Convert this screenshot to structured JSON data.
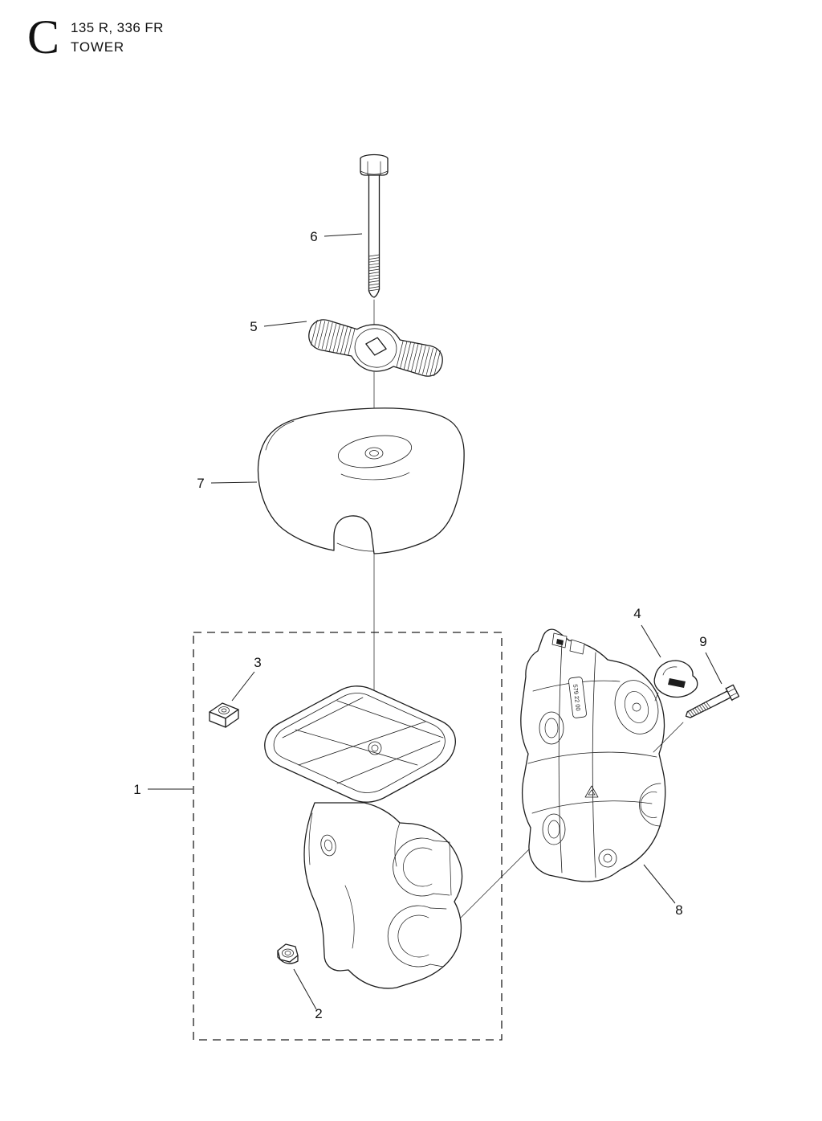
{
  "header": {
    "section_letter": "C",
    "model": "135 R, 336 FR",
    "section_title": "TOWER"
  },
  "diagram": {
    "part_marking": "579 22 00",
    "callouts": [
      {
        "label": "1"
      },
      {
        "label": "2"
      },
      {
        "label": "3"
      },
      {
        "label": "4"
      },
      {
        "label": "5"
      },
      {
        "label": "6"
      },
      {
        "label": "7"
      },
      {
        "label": "8"
      },
      {
        "label": "9"
      }
    ]
  },
  "colors": {
    "line": "#1d1d1d",
    "background": "#ffffff"
  }
}
